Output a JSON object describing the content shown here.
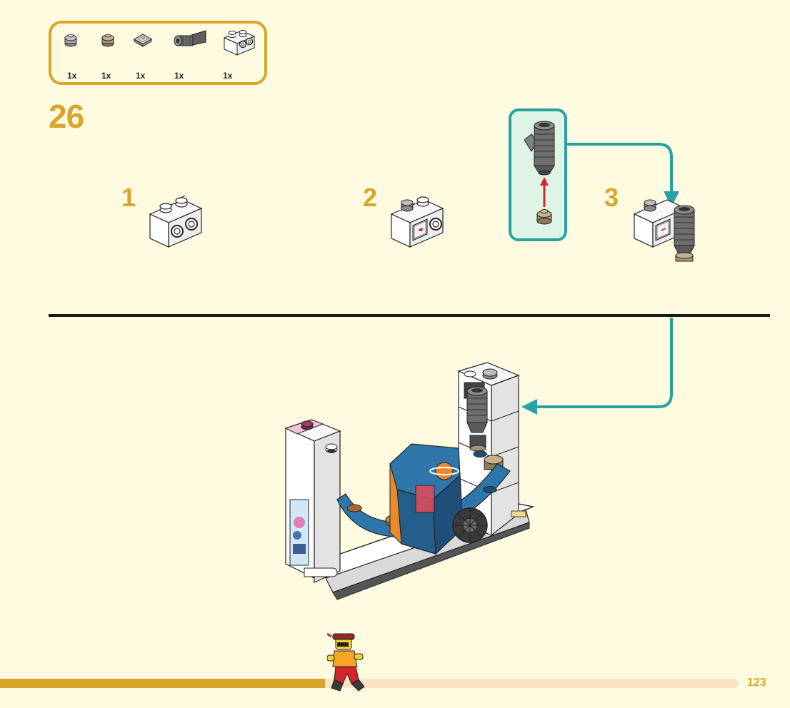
{
  "parts_list": {
    "items": [
      {
        "icon": "grey-round-plate-1x1-icon",
        "qty": "1x"
      },
      {
        "icon": "tan-round-plate-1x1-icon",
        "qty": "1x"
      },
      {
        "icon": "gauge-tile-1x1-icon",
        "qty": "1x"
      },
      {
        "icon": "dark-grey-jet-engine-icon",
        "qty": "1x"
      },
      {
        "icon": "white-brick-1x2-studs-on-side-icon",
        "qty": "1x"
      }
    ]
  },
  "step": {
    "number": "26",
    "substeps": [
      {
        "number": "1"
      },
      {
        "number": "2"
      },
      {
        "number": "3"
      }
    ]
  },
  "colors": {
    "accent": "#d9a62b",
    "callout_border": "#26a3a0",
    "arrow_red": "#d4242b",
    "background": "#fefbe1",
    "progress_track": "#fde3c5"
  },
  "progress": {
    "fraction": 0.44
  },
  "page": {
    "number": "123"
  }
}
